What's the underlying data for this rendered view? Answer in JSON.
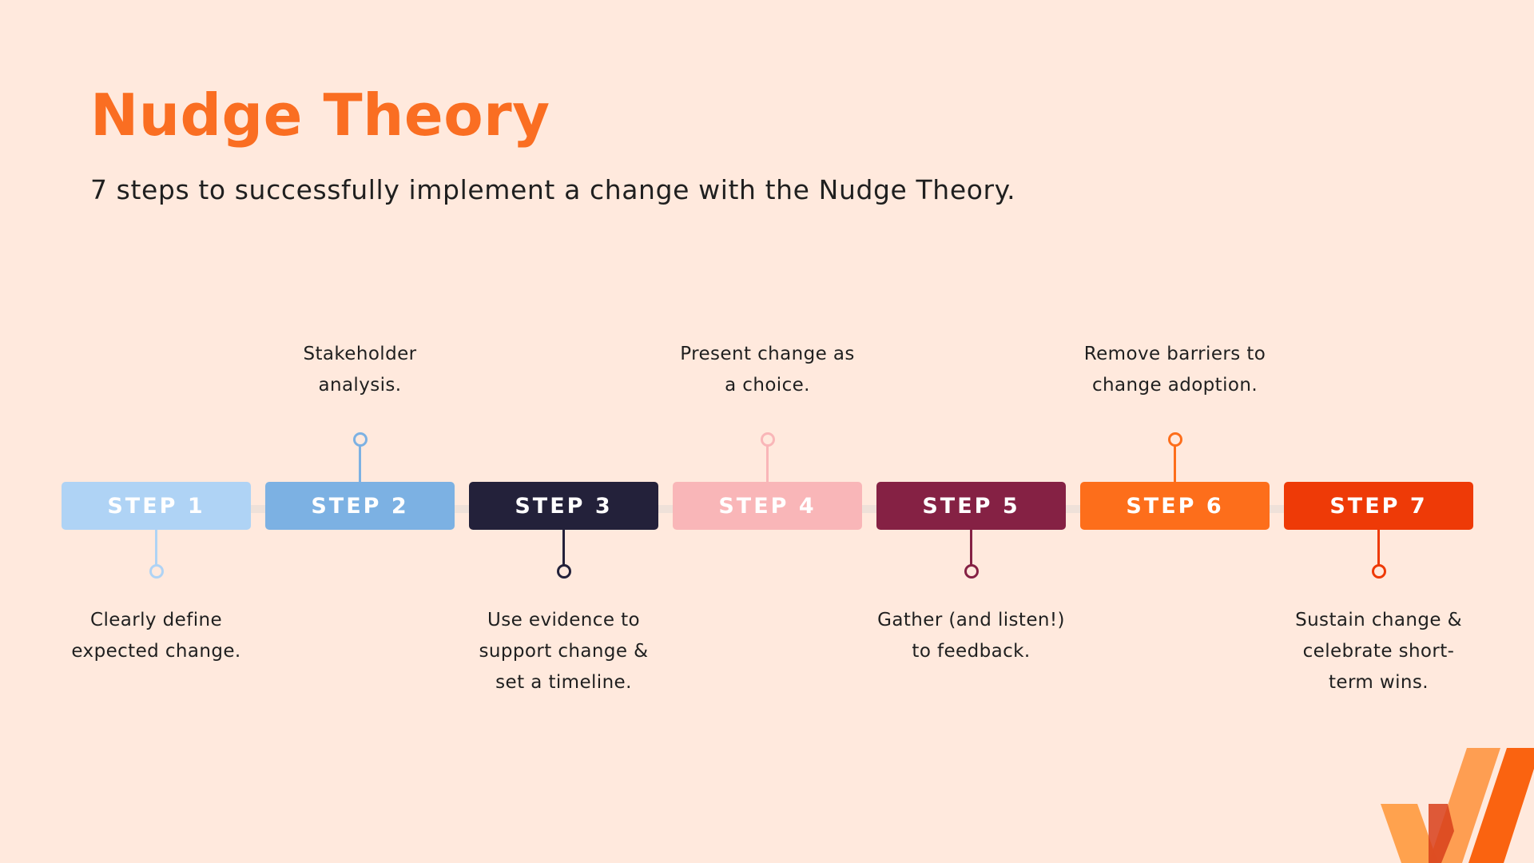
{
  "title": "Nudge Theory",
  "subtitle": "7 steps to successfully implement a change with the Nudge Theory.",
  "steps": [
    {
      "label": "STEP 1",
      "color": "#AFD3F5",
      "position": "below",
      "lines": [
        "Clearly define",
        "expected change."
      ]
    },
    {
      "label": "STEP 2",
      "color": "#7CB1E3",
      "position": "above",
      "lines": [
        "Stakeholder",
        "analysis."
      ]
    },
    {
      "label": "STEP 3",
      "color": "#23213A",
      "position": "below",
      "lines": [
        "Use evidence to",
        "support change &",
        "set a timeline."
      ]
    },
    {
      "label": "STEP 4",
      "color": "#F9B6B8",
      "position": "above",
      "lines": [
        "Present change as",
        "a choice."
      ]
    },
    {
      "label": "STEP 5",
      "color": "#852144",
      "position": "below",
      "lines": [
        "Gather (and listen!)",
        "to feedback."
      ]
    },
    {
      "label": "STEP 6",
      "color": "#FD6E1B",
      "position": "above",
      "lines": [
        "Remove barriers to",
        "change adoption."
      ]
    },
    {
      "label": "STEP 7",
      "color": "#EE3A07",
      "position": "below",
      "lines": [
        "Sustain change &",
        "celebrate short-",
        "term wins."
      ]
    }
  ],
  "logo_icon": "whatfix-w-logo-icon",
  "accent_color": "#FA6E22"
}
